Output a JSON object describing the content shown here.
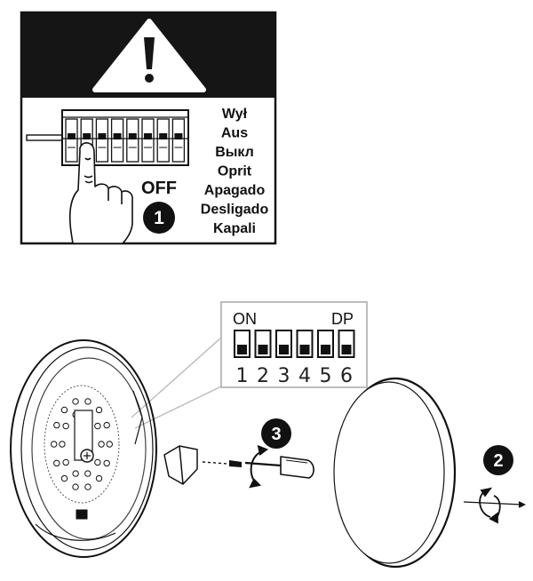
{
  "panel1": {
    "off_label": "OFF",
    "step_badge": "1",
    "languages": [
      "Wył",
      "Aus",
      "Выкл",
      "Oprit",
      "Apagado",
      "Desligado",
      "Kapali"
    ]
  },
  "dip": {
    "on_label": "ON",
    "dp_label": "DP",
    "numbers": [
      "1",
      "2",
      "3",
      "4",
      "5",
      "6"
    ]
  },
  "steps": {
    "step2": "2",
    "step3": "3"
  },
  "colors": {
    "ink": "#111111",
    "panel_bg": "#ffffff",
    "gray_line": "#bdbdbd"
  }
}
